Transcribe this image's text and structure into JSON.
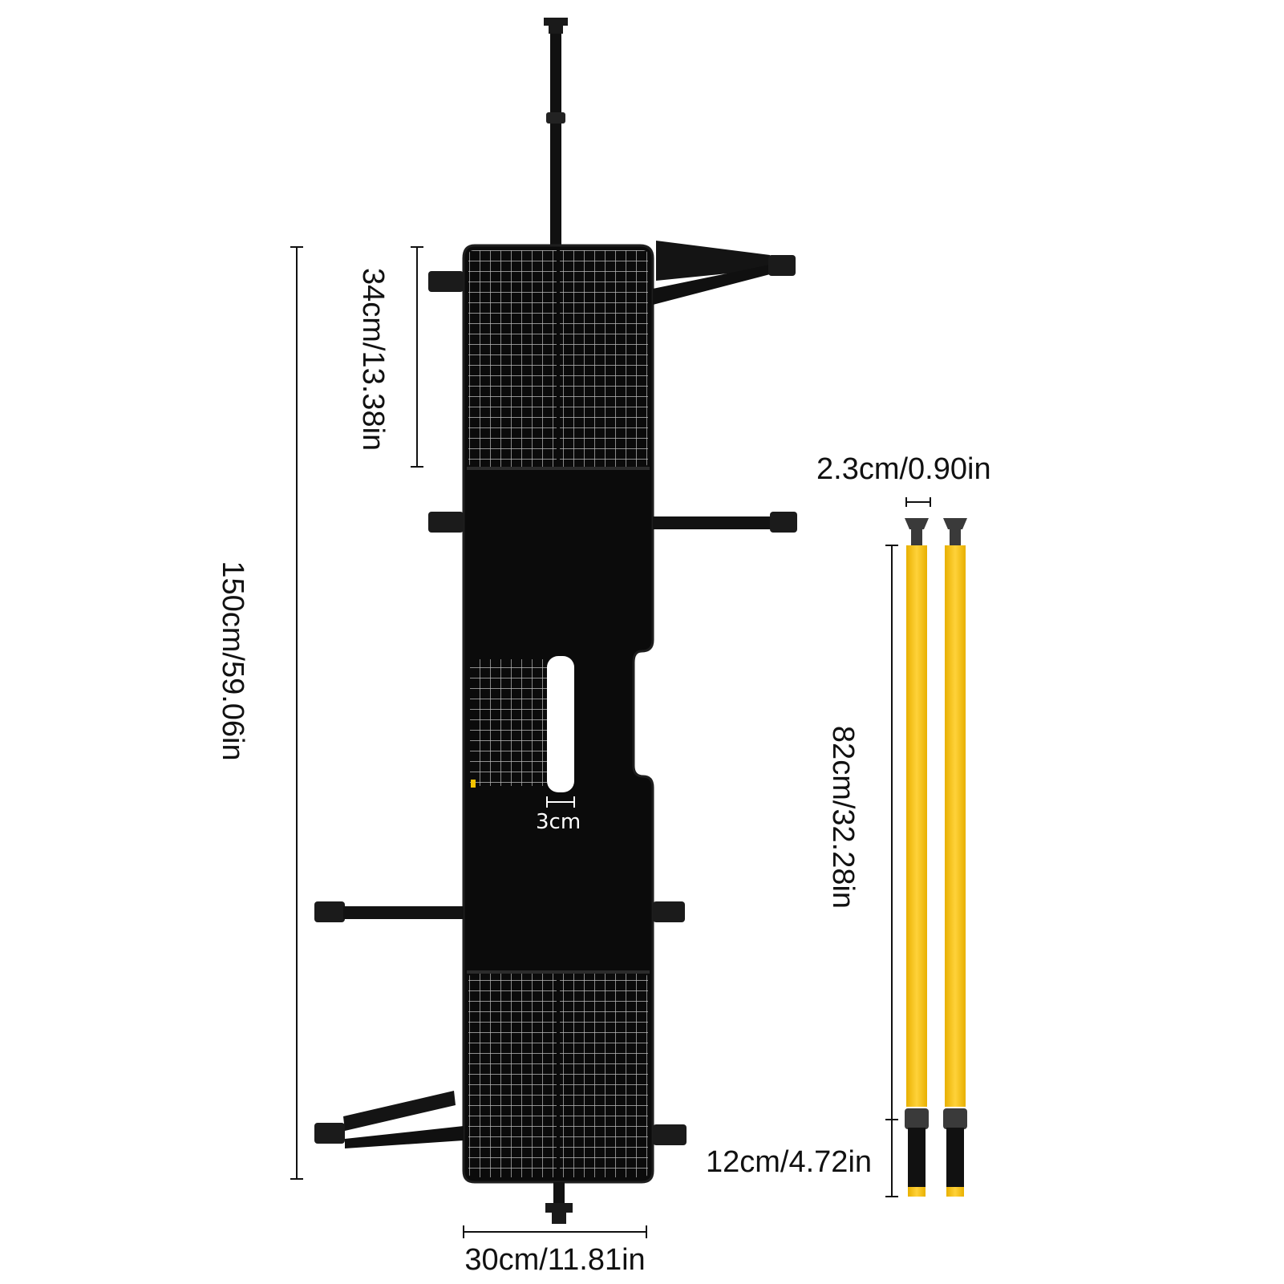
{
  "labels": {
    "top_section_height": "34cm/13.38in",
    "total_length": "150cm/59.06in",
    "width": "30cm/11.81in",
    "slot_width": "3cm",
    "strap_width": "2.3cm/0.90in",
    "strap_length": "82cm/32.28in",
    "strap_end_length": "12cm/4.72in"
  },
  "colors": {
    "body": "#0b0b0b",
    "mesh_line": "#cfcfcf",
    "strap_yellow": "#f6c21a",
    "buckle": "#2a2a2a",
    "dimension_line": "#111111"
  },
  "icons": {
    "buckle": "buckle-icon",
    "strap": "strap-icon"
  }
}
